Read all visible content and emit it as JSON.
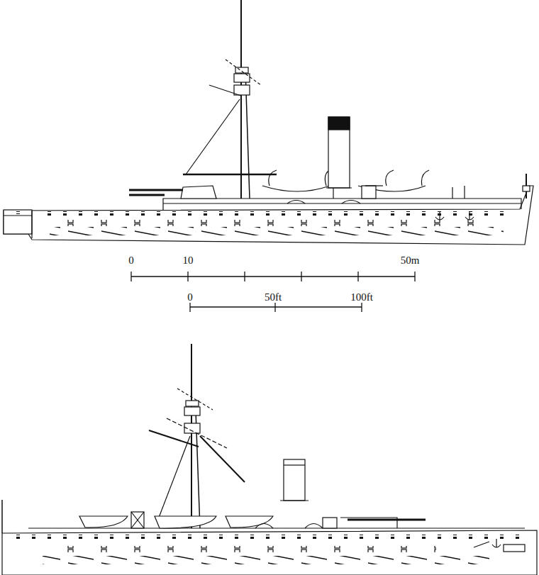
{
  "diagram": {
    "labels": [
      "0",
      "10",
      "50m",
      "0",
      "50ft",
      "100ft"
    ]
  }
}
